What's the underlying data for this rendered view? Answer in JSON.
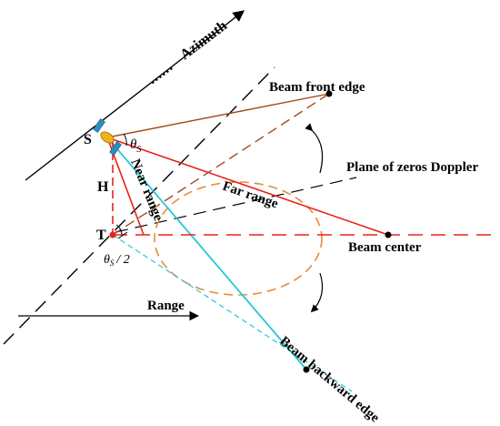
{
  "labels": {
    "azimuth": "Azimuth",
    "dots": "……",
    "s": "S",
    "h": "H",
    "t": "T",
    "theta_s": "θ",
    "theta_s_sub": "S",
    "half_angle": "θ",
    "half_angle_sub": "S",
    "half_angle_div": "/ 2",
    "near_range": "Near range",
    "far_range": "Far range",
    "beam_front_edge": "Beam front edge",
    "plane_zero_doppler": "Plane of zeros Doppler",
    "beam_center": "Beam center",
    "range": "Range",
    "beam_backward_edge": "Beam backward edge"
  },
  "colors": {
    "red": "#e8231b",
    "brown": "#a04a1a",
    "cyan": "#22c8d8",
    "orange": "#e8893a",
    "black": "#000000",
    "satellite_body": "#f0b21c",
    "satellite_panel": "#2a8fbf"
  }
}
